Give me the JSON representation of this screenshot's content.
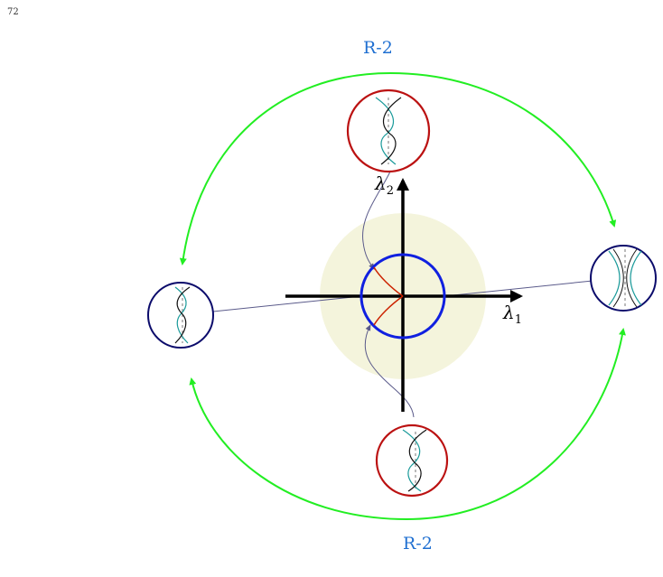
{
  "page": {
    "number": "72"
  },
  "labels": {
    "top_transition": "R-2",
    "bottom_transition": "R-2",
    "lambda1": "λ",
    "lambda1_sub": "1",
    "lambda2": "λ",
    "lambda2_sub": "2"
  },
  "colors": {
    "transition_label": "#1f6fd1",
    "green_arrows": "#22ee22",
    "red_circles": "#bb1111",
    "navy_circles": "#0b0b6b",
    "blue_circle": "#1020e0",
    "shaded_disk": "#f4f4dc",
    "red_curves": "#cc2200",
    "teal_curve": "#1a9a9a",
    "connector": "#5a5a8a"
  }
}
